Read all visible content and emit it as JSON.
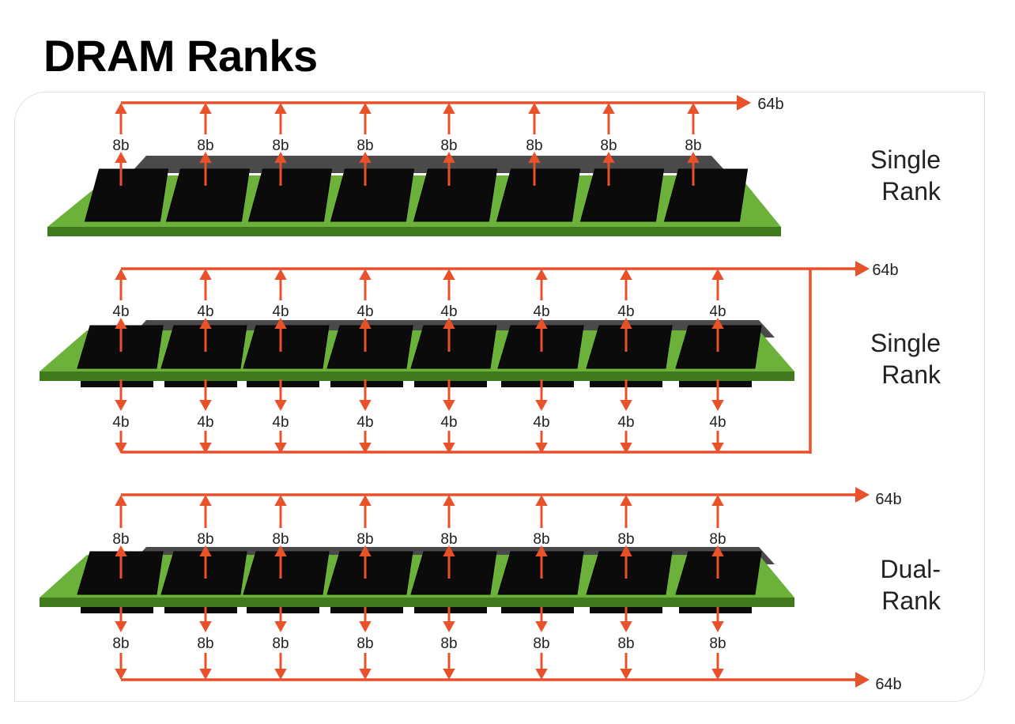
{
  "title": "DRAM Ranks",
  "colors": {
    "arrow": "#e8512a",
    "pcb": "#6bb13a",
    "pcb_edge": "#3f7a1c",
    "chip": "#0b0b0b",
    "text": "#222222"
  },
  "modules": [
    {
      "label_line1": "Single",
      "label_line2": "Rank",
      "top_bit_label": "8b",
      "bus_label": "64b",
      "top_chip_labels": [
        "8b",
        "8b",
        "8b",
        "8b",
        "8b",
        "8b",
        "8b",
        "8b"
      ]
    },
    {
      "label_line1": "Single",
      "label_line2": "Rank",
      "bus_label": "64b",
      "top_chip_labels": [
        "4b",
        "4b",
        "4b",
        "4b",
        "4b",
        "4b",
        "4b",
        "4b"
      ],
      "bottom_chip_labels": [
        "4b",
        "4b",
        "4b",
        "4b",
        "4b",
        "4b",
        "4b",
        "4b"
      ]
    },
    {
      "label_line1": "Dual-",
      "label_line2": "Rank",
      "bus_label": "64b",
      "bottom_bus_label": "64b",
      "top_chip_labels": [
        "8b",
        "8b",
        "8b",
        "8b",
        "8b",
        "8b",
        "8b",
        "8b"
      ],
      "bottom_chip_labels": [
        "8b",
        "8b",
        "8b",
        "8b",
        "8b",
        "8b",
        "8b",
        "8b"
      ]
    }
  ]
}
